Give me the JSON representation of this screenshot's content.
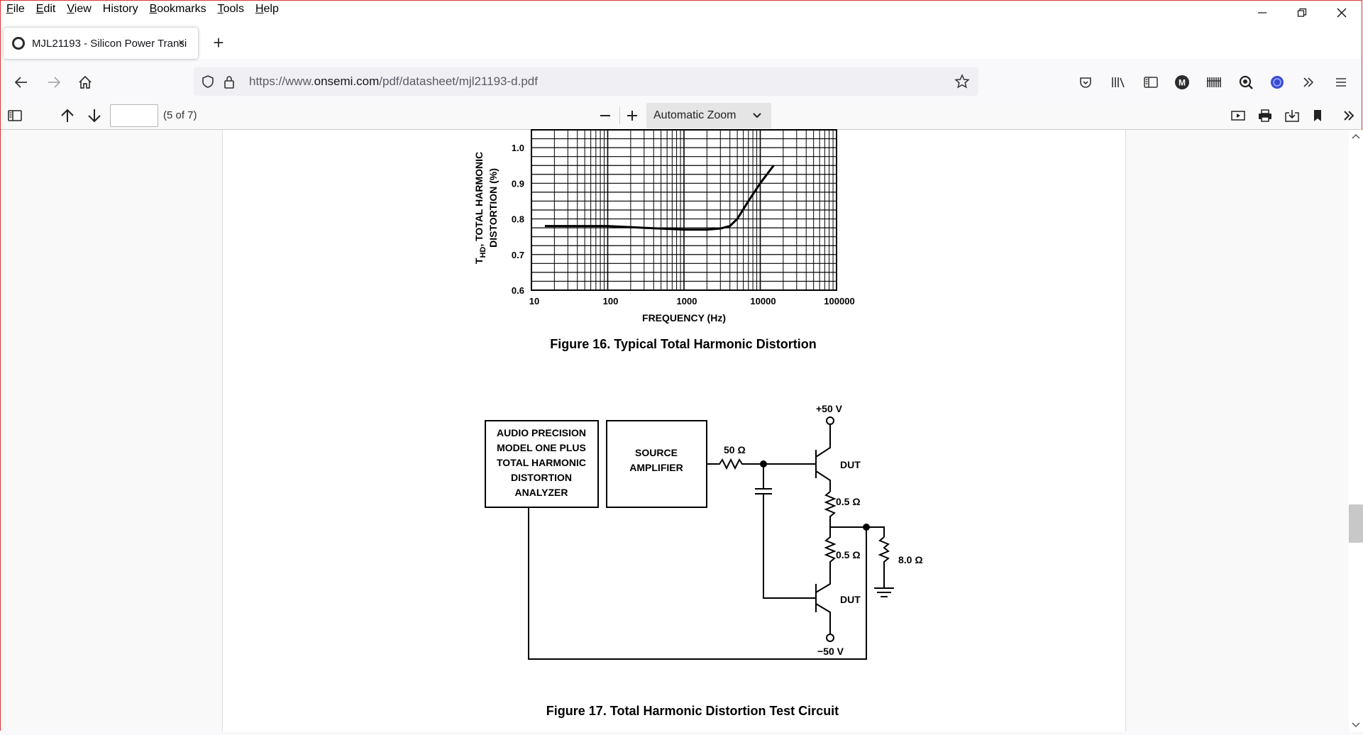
{
  "menu": [
    "File",
    "Edit",
    "View",
    "History",
    "Bookmarks",
    "Tools",
    "Help"
  ],
  "menu_underline": [
    "F",
    "E",
    "V",
    "S",
    "B",
    "T",
    "H"
  ],
  "tab": {
    "title": "MJL21193 - Silicon Power Transi",
    "close": "×"
  },
  "new_tab": "+",
  "url": {
    "prefix": "https://www.",
    "domain": "onsemi.com",
    "path": "/pdf/datasheet/mjl21193-d.pdf"
  },
  "pdf_toolbar": {
    "page_value": "",
    "page_count": "(5 of 7)",
    "zoom": "Automatic Zoom"
  },
  "figure16": {
    "caption": "Figure 16. Typical Total Harmonic Distortion",
    "ylabel_line1": "T",
    "ylabel_sub": "HD",
    "ylabel_rest": ", TOTAL HARMONIC",
    "ylabel_line2": "DISTORTION (%)",
    "xlabel": "FREQUENCY (Hz)",
    "yticks": [
      "1.0",
      "0.9",
      "0.8",
      "0.7",
      "0.6"
    ],
    "xticks": [
      "10",
      "100",
      "1000",
      "10000",
      "100000"
    ]
  },
  "chart_data": {
    "type": "line",
    "title": "",
    "xlabel": "FREQUENCY (Hz)",
    "ylabel": "THD, TOTAL HARMONIC DISTORTION (%)",
    "xscale": "log",
    "xlim": [
      10,
      100000
    ],
    "ylim": [
      0.6,
      1.0
    ],
    "grid": true,
    "series": [
      {
        "x": [
          15,
          50,
          100,
          300,
          1000,
          2000,
          3000,
          4000,
          5000,
          7000,
          10000,
          15000
        ],
        "y": [
          0.78,
          0.78,
          0.78,
          0.775,
          0.77,
          0.77,
          0.773,
          0.78,
          0.8,
          0.85,
          0.9,
          0.95
        ]
      }
    ]
  },
  "figure17": {
    "caption": "Figure 17. Total Harmonic Distortion Test Circuit",
    "analyzer": [
      "AUDIO PRECISION",
      "MODEL ONE PLUS",
      "TOTAL HARMONIC",
      "DISTORTION",
      "ANALYZER"
    ],
    "amplifier": [
      "SOURCE",
      "AMPLIFIER"
    ],
    "r_in": "50 Ω",
    "vplus": "+50 V",
    "vminus": "−50 V",
    "dut": "DUT",
    "r_emit": "0.5 Ω",
    "r_load": "8.0 Ω"
  }
}
